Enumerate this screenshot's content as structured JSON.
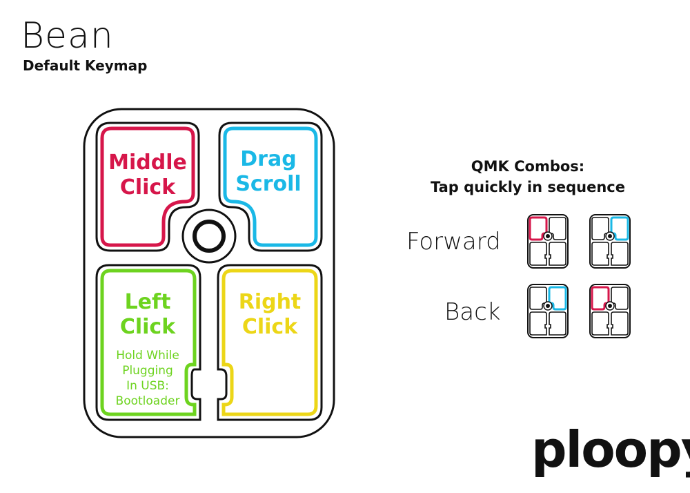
{
  "header": {
    "title": "Bean",
    "subtitle": "Default Keymap"
  },
  "device": {
    "buttons": {
      "top_left": {
        "line1": "Middle",
        "line2": "Click"
      },
      "top_right": {
        "line1": "Drag",
        "line2": "Scroll"
      },
      "bottom_left": {
        "line1": "Left",
        "line2": "Click",
        "note1": "Hold While",
        "note2": "Plugging",
        "note3": "In USB:",
        "note4": "Bootloader"
      },
      "bottom_right": {
        "line1": "Right",
        "line2": "Click"
      }
    }
  },
  "combos": {
    "title_line1": "QMK Combos:",
    "title_line2": "Tap quickly in sequence",
    "rows": [
      {
        "label": "Forward",
        "steps": [
          "top_left",
          "top_right"
        ]
      },
      {
        "label": "Back",
        "steps": [
          "top_right",
          "top_left"
        ]
      }
    ]
  },
  "colors": {
    "middle_click": "#d6164a",
    "drag_scroll": "#1ab8e6",
    "left_click": "#6dd31f",
    "right_click": "#ecd617",
    "outline": "#111111"
  },
  "logo": "ploopy"
}
